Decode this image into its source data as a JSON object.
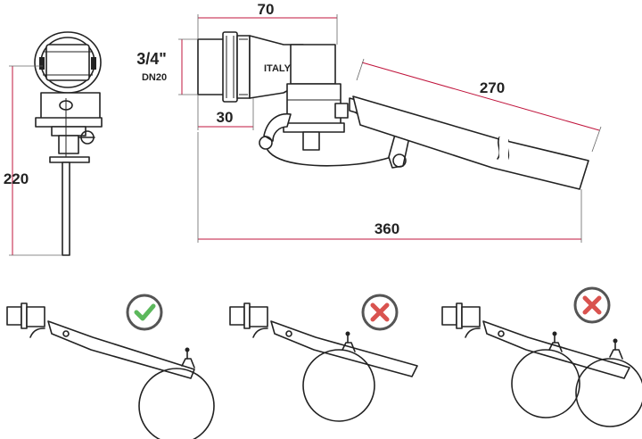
{
  "dimensions": {
    "width_70": "70",
    "thread_size": "3/4\"",
    "thread_dn": "DN20",
    "length_30": "30",
    "arm_270": "270",
    "height_220": "220",
    "total_360": "360"
  },
  "valve_body_text": "ITALY",
  "installation_examples": [
    {
      "status": "correct",
      "icon": "check-icon",
      "color": "#5cb85c"
    },
    {
      "status": "incorrect",
      "icon": "cross-icon",
      "color": "#d9534f"
    },
    {
      "status": "incorrect",
      "icon": "cross-icon",
      "color": "#d9534f"
    }
  ],
  "colors": {
    "dimension_line": "#c0143c",
    "outline": "#222222",
    "badge_ring": "#555555"
  }
}
